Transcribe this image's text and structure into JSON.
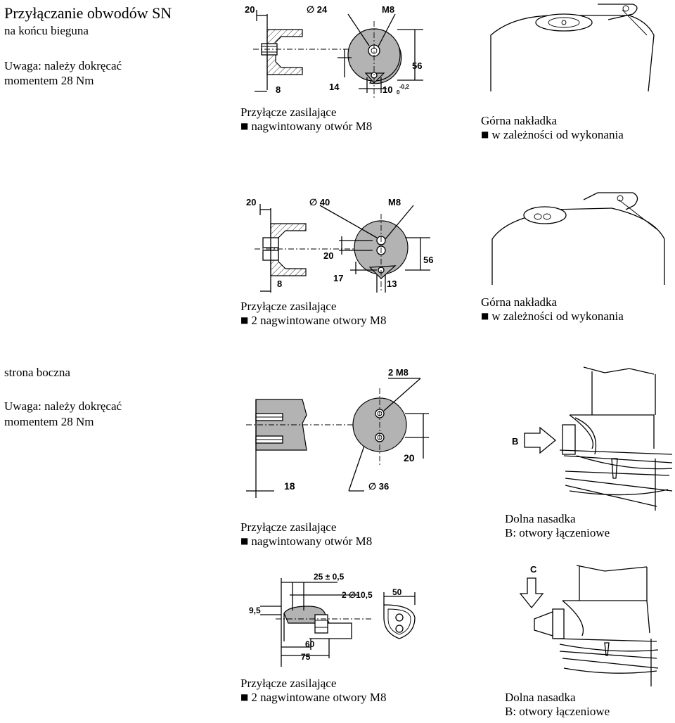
{
  "section1": {
    "title": "Przyłączanie obwodów SN",
    "subtitle": "na końcu bieguna",
    "note_line1": "Uwaga: należy dokręcać",
    "note_line2": "momentem 28 Nm"
  },
  "fig1": {
    "dims": {
      "a": "20",
      "b": "∅ 24",
      "c": "M8",
      "d": "56",
      "e": "8",
      "f": "14",
      "g": "10",
      "tol": "-0,2",
      "tol0": "0"
    },
    "caption_line1": "Przyłącze zasilające",
    "caption_line2": "nagwintowany otwór M8"
  },
  "fig2": {
    "caption_line1": "Górna nakładka",
    "caption_line2": "w zależności od wykonania"
  },
  "fig3": {
    "dims": {
      "a": "20",
      "b": "∅ 40",
      "c": "M8",
      "d": "56",
      "e": "20",
      "f": "8",
      "g": "17",
      "h": "13"
    },
    "caption_line1": "Przyłącze zasilające",
    "caption_line2": "2 nagwintowane otwory M8"
  },
  "fig4": {
    "caption_line1": "Górna nakładka",
    "caption_line2": "w zależności od wykonania"
  },
  "section2": {
    "title": "strona boczna",
    "note_line1": "Uwaga: należy dokręcać",
    "note_line2": "momentem 28 Nm"
  },
  "fig5": {
    "dims": {
      "a": "2 M8",
      "b": "20",
      "c": "18",
      "d": "∅ 36"
    },
    "caption_line1": "Przyłącze zasilające",
    "caption_line2": "nagwintowany otwór M8"
  },
  "fig6": {
    "label": "B",
    "caption_line1": "Dolna nasadka",
    "caption_line2": "B: otwory łączeniowe"
  },
  "fig7": {
    "dims": {
      "a": "25 ± 0,5",
      "b": "2 ∅10,5",
      "c": "50",
      "d": "9,5",
      "e": "60",
      "f": "75"
    },
    "caption_line1": "Przyłącze zasilające",
    "caption_line2": "2 nagwintowane otwory M8"
  },
  "fig8": {
    "label": "C",
    "caption_line1": "Dolna nasadka",
    "caption_line2": "B: otwory łączeniowe"
  },
  "bullet_symbol": "■",
  "colors": {
    "fill_gray": "#b3b3b3",
    "line": "#000000",
    "background": "#ffffff"
  }
}
